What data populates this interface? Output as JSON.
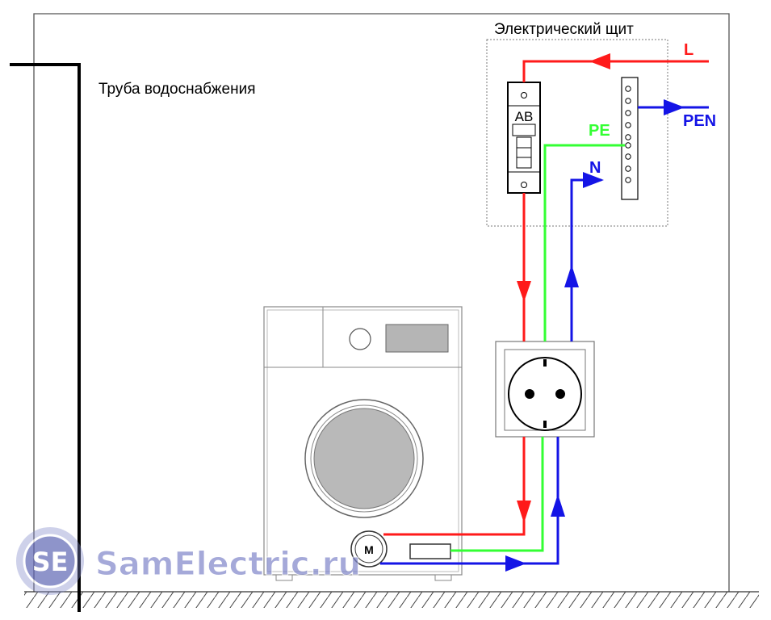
{
  "labels": {
    "pipe": "Труба водоснабжения",
    "panel": "Электрический щит",
    "breaker": "АВ",
    "motor": "M",
    "phase": "L",
    "pen": "PEN",
    "pe": "PE",
    "neutral": "N"
  },
  "watermark": {
    "logo": "SE",
    "site": "SamElectric.ru"
  },
  "colors": {
    "phase": "#ff1a1a",
    "neutral": "#1414e6",
    "earth": "#33ff33",
    "pipe": "#000000",
    "outline": "#333333",
    "watermark": "#7f86c9"
  },
  "icons": {
    "breaker": "circuit-breaker-icon",
    "terminal": "terminal-bus-icon",
    "socket": "schuko-socket-icon",
    "motor": "motor-icon",
    "washer": "washing-machine-icon"
  }
}
